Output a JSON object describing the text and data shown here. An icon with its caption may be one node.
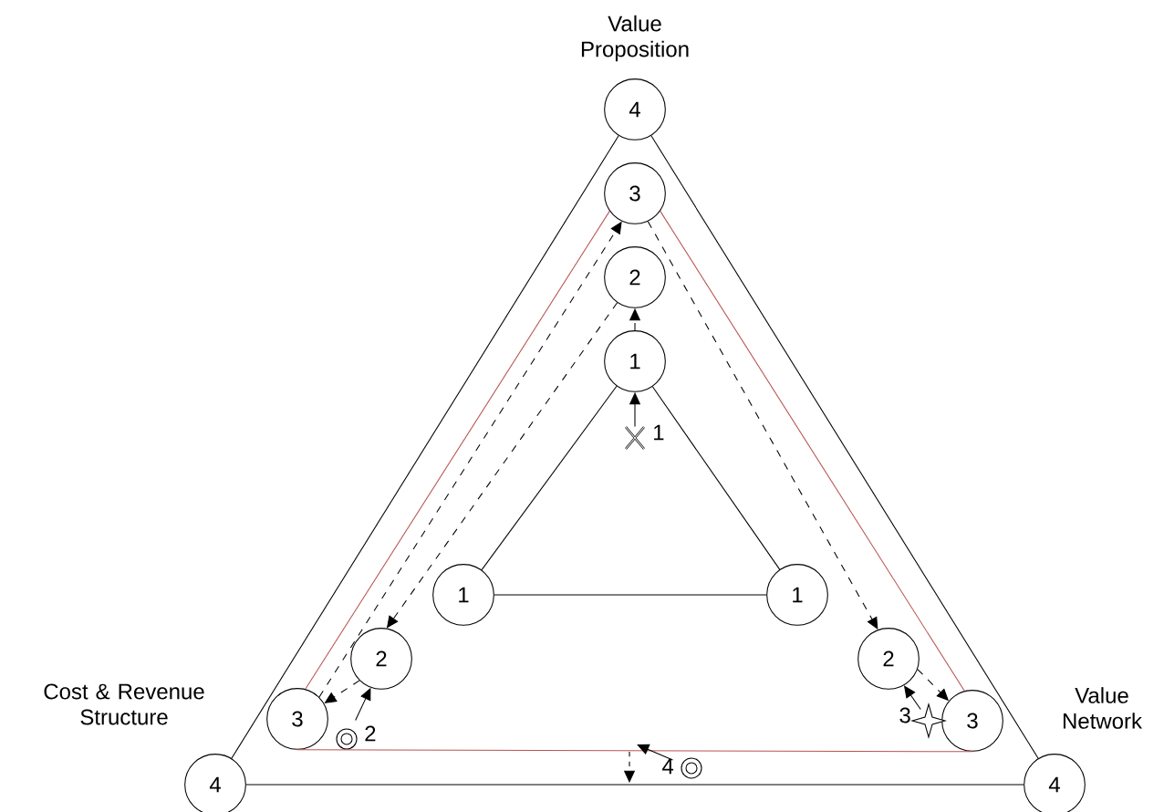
{
  "diagram": {
    "nodes": [
      {
        "text": [
          "4"
        ],
        "beside": [
          "Value Proposition"
        ]
      },
      {
        "text": [
          "3"
        ]
      },
      {
        "text": [
          "2"
        ]
      },
      {
        "text": [
          "1"
        ]
      },
      {
        "text": [
          "1"
        ]
      },
      {
        "text": [
          "1"
        ]
      },
      {
        "text": [
          "2"
        ]
      },
      {
        "text": [
          "3"
        ]
      },
      {
        "text": [
          "2"
        ]
      },
      {
        "text": [
          "3"
        ]
      },
      {
        "text": [
          "4"
        ],
        "beside": [
          "Cost & Revenue Structure"
        ]
      },
      {
        "text": [
          "4"
        ],
        "beside": [
          "Value Network"
        ]
      },
      {
        "text": [],
        "shape": "cross",
        "beside": [
          "1"
        ]
      },
      {
        "text": [],
        "shape": "target",
        "beside": [
          "2"
        ]
      },
      {
        "text": [],
        "shape": "star",
        "beside": [
          "3"
        ]
      },
      {
        "text": [],
        "shape": "target",
        "beside": [
          "4"
        ]
      }
    ],
    "edges": [
      {
        "from": 0,
        "to": 10,
        "arrow": "none"
      },
      {
        "from": 0,
        "to": 11,
        "arrow": "none"
      },
      {
        "from": 10,
        "to": 11,
        "arrow": "none"
      },
      {
        "from": 3,
        "to": 4,
        "arrow": "none"
      },
      {
        "from": 3,
        "to": 5,
        "arrow": "none"
      },
      {
        "from": 4,
        "to": 5,
        "arrow": "none"
      },
      {
        "from": 7,
        "to": 1,
        "arrow": "none",
        "color": "#b85450"
      },
      {
        "from": 1,
        "to": 9,
        "arrow": "none",
        "color": "#b85450"
      },
      {
        "from": 7,
        "to": 9,
        "arrow": "none",
        "color": "#b85450"
      },
      {
        "from": 7,
        "to": 1,
        "arrow": "to",
        "style": "dashed"
      },
      {
        "from": 2,
        "to": 6,
        "arrow": "to",
        "style": "dashed"
      },
      {
        "from": 6,
        "to": 7,
        "arrow": "to",
        "style": "dashed"
      },
      {
        "from": 1,
        "to": 8,
        "arrow": "to",
        "style": "dashed"
      },
      {
        "from": 8,
        "to": 9,
        "arrow": "to",
        "style": "dashed"
      },
      {
        "from": 3,
        "to": 2,
        "arrow": "to",
        "style": "dashed"
      },
      {
        "from": 12,
        "to": 3,
        "arrow": "to"
      },
      {
        "from": 13,
        "to": 6,
        "arrow": "to"
      },
      {
        "from": 14,
        "to": 8,
        "arrow": "to"
      },
      {
        "from": 15,
        "to": null,
        "arrow": "to"
      }
    ]
  }
}
